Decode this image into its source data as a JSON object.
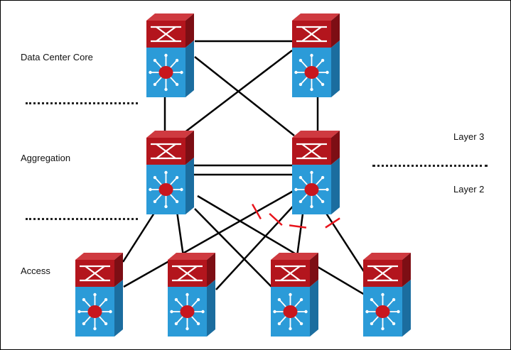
{
  "labels": {
    "core": "Data Center Core",
    "aggregation": "Aggregation",
    "access": "Access",
    "layer3": "Layer 3",
    "layer2": "Layer 2"
  },
  "colors": {
    "switch_top": "#b3151d",
    "switch_bottom": "#2b9bd8",
    "link": "#000000",
    "blocked_mark": "#e8141c"
  },
  "nodes": [
    {
      "id": "core-1",
      "tier": "core"
    },
    {
      "id": "core-2",
      "tier": "core"
    },
    {
      "id": "agg-1",
      "tier": "aggregation"
    },
    {
      "id": "agg-2",
      "tier": "aggregation"
    },
    {
      "id": "access-1",
      "tier": "access"
    },
    {
      "id": "access-2",
      "tier": "access"
    },
    {
      "id": "access-3",
      "tier": "access"
    },
    {
      "id": "access-4",
      "tier": "access"
    }
  ],
  "links": [
    {
      "from": "core-1",
      "to": "core-2"
    },
    {
      "from": "core-1",
      "to": "agg-1"
    },
    {
      "from": "core-2",
      "to": "agg-2"
    },
    {
      "from": "core-1",
      "to": "agg-2"
    },
    {
      "from": "core-2",
      "to": "agg-1"
    },
    {
      "from": "agg-1",
      "to": "agg-2"
    },
    {
      "from": "agg-1",
      "to": "agg-2"
    },
    {
      "from": "agg-1",
      "to": "access-1"
    },
    {
      "from": "agg-1",
      "to": "access-2"
    },
    {
      "from": "agg-1",
      "to": "access-3"
    },
    {
      "from": "agg-1",
      "to": "access-4"
    },
    {
      "from": "agg-2",
      "to": "access-1",
      "blocked": true
    },
    {
      "from": "agg-2",
      "to": "access-2",
      "blocked": true
    },
    {
      "from": "agg-2",
      "to": "access-3",
      "blocked": true
    },
    {
      "from": "agg-2",
      "to": "access-4",
      "blocked": true
    }
  ]
}
